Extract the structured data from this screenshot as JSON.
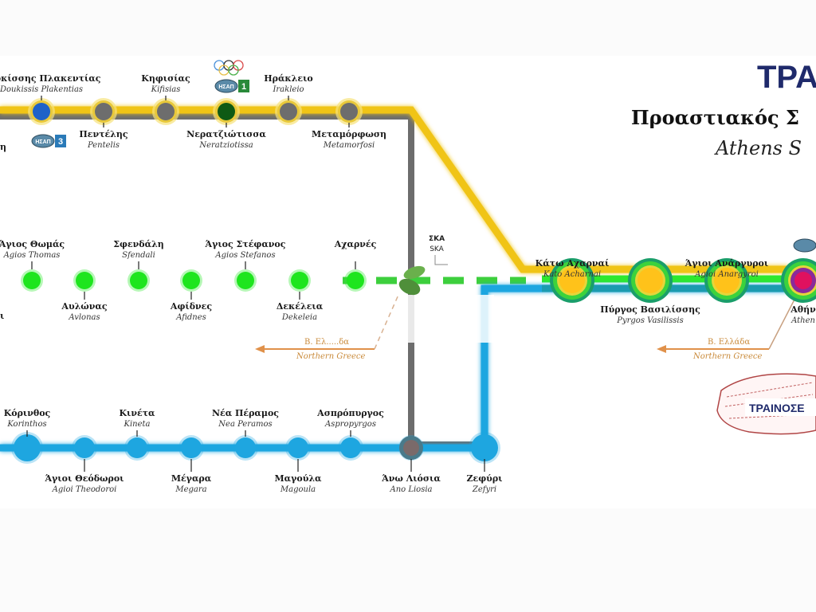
{
  "title": {
    "brand": "ΤΡΑ",
    "greek": "Προαστιακός Σ",
    "english": "Athens S"
  },
  "colors": {
    "yellow_line": "#f0c419",
    "gray_line": "#6d6d6d",
    "green_line": "#2ee82e",
    "blue_line": "#1ea6e0",
    "title_navy": "#1f2a6b",
    "direction_orange": "#d88a3a",
    "athens_core": "#e0115f"
  },
  "yellow_line": {
    "stations": [
      {
        "gr": "Δουκίσσης Πλακεντίας",
        "en": "Doukissis Plakentias",
        "label_pos": "above",
        "fill": "#1e62c8",
        "badge": "3"
      },
      {
        "gr": "Πεντέλης",
        "en": "Pentelis",
        "label_pos": "below",
        "fill": "#6d6d6d"
      },
      {
        "gr": "Κηφισίας",
        "en": "Kifisias",
        "label_pos": "above",
        "fill": "#6d6d6d"
      },
      {
        "gr": "Νερατζιώτισσα",
        "en": "Neratziotissa",
        "label_pos": "below",
        "fill": "#0e5a14",
        "badge": "1",
        "olympic": true
      },
      {
        "gr": "Ηράκλειο",
        "en": "Irakleio",
        "label_pos": "above",
        "fill": "#6d6d6d"
      },
      {
        "gr": "Μεταμόρφωση",
        "en": "Metamorfosi",
        "label_pos": "below",
        "fill": "#6d6d6d"
      }
    ],
    "left_cut_label": "η"
  },
  "green_line": {
    "stations": [
      {
        "gr": "Άγιος Θωμάς",
        "en": "Agios Thomas",
        "label_pos": "above"
      },
      {
        "gr": "Αυλώνας",
        "en": "Avlonas",
        "label_pos": "below"
      },
      {
        "gr": "Σφενδάλη",
        "en": "Sfendali",
        "label_pos": "above"
      },
      {
        "gr": "Αφίδνες",
        "en": "Afidnes",
        "label_pos": "below"
      },
      {
        "gr": "Άγιος Στέφανος",
        "en": "Agios Stefanos",
        "label_pos": "above"
      },
      {
        "gr": "Δεκέλεια",
        "en": "Dekeleia",
        "label_pos": "below"
      },
      {
        "gr": "Αχαρνές",
        "en": "",
        "label_pos": "above"
      }
    ],
    "left_cut_label": "ι",
    "ska": {
      "gr": "ΣΚΑ",
      "en": "SKA"
    }
  },
  "trunk": {
    "stations": [
      {
        "gr": "Κάτω Αχαρναί",
        "en": "Kato Acharnai",
        "label_pos": "above"
      },
      {
        "gr": "Πύργος Βασιλίσσης",
        "en": "Pyrgos Vasilissis",
        "label_pos": "below"
      },
      {
        "gr": "Άγιοι Ανάργυροι",
        "en": "Agioi Anargyroi",
        "label_pos": "above"
      },
      {
        "gr": "Αθήν",
        "en": "Athen",
        "label_pos": "below",
        "terminal": true
      }
    ]
  },
  "blue_line": {
    "stations": [
      {
        "gr": "Κόρινθος",
        "en": "Korinthos",
        "label_pos": "above",
        "big": true
      },
      {
        "gr": "Άγιοι Θεόδωροι",
        "en": "Agioi Theodoroi",
        "label_pos": "below"
      },
      {
        "gr": "Κινέτα",
        "en": "Kineta",
        "label_pos": "above"
      },
      {
        "gr": "Μέγαρα",
        "en": "Megara",
        "label_pos": "below"
      },
      {
        "gr": "Νέα Πέραμος",
        "en": "Nea Peramos",
        "label_pos": "above"
      },
      {
        "gr": "Μαγούλα",
        "en": "Magoula",
        "label_pos": "below"
      },
      {
        "gr": "Ασπρόπυργος",
        "en": "Aspropyrgos",
        "label_pos": "above"
      },
      {
        "gr": "Άνω Λιόσια",
        "en": "Ano Liosia",
        "label_pos": "below",
        "interchange": true
      },
      {
        "gr": "Ζεφύρι",
        "en": "Zefyri",
        "label_pos": "below",
        "big": true
      }
    ]
  },
  "directions": [
    {
      "gr": "Β. Ελ.....δα",
      "en": "Northern Greece"
    },
    {
      "gr": "Β. Ελλάδα",
      "en": "Northern Greece"
    }
  ],
  "badges": {
    "metro_logo_text": "ΗΣΑΠ"
  },
  "logo": {
    "text": "ΤΡΑΙΝΟΣΕ"
  }
}
